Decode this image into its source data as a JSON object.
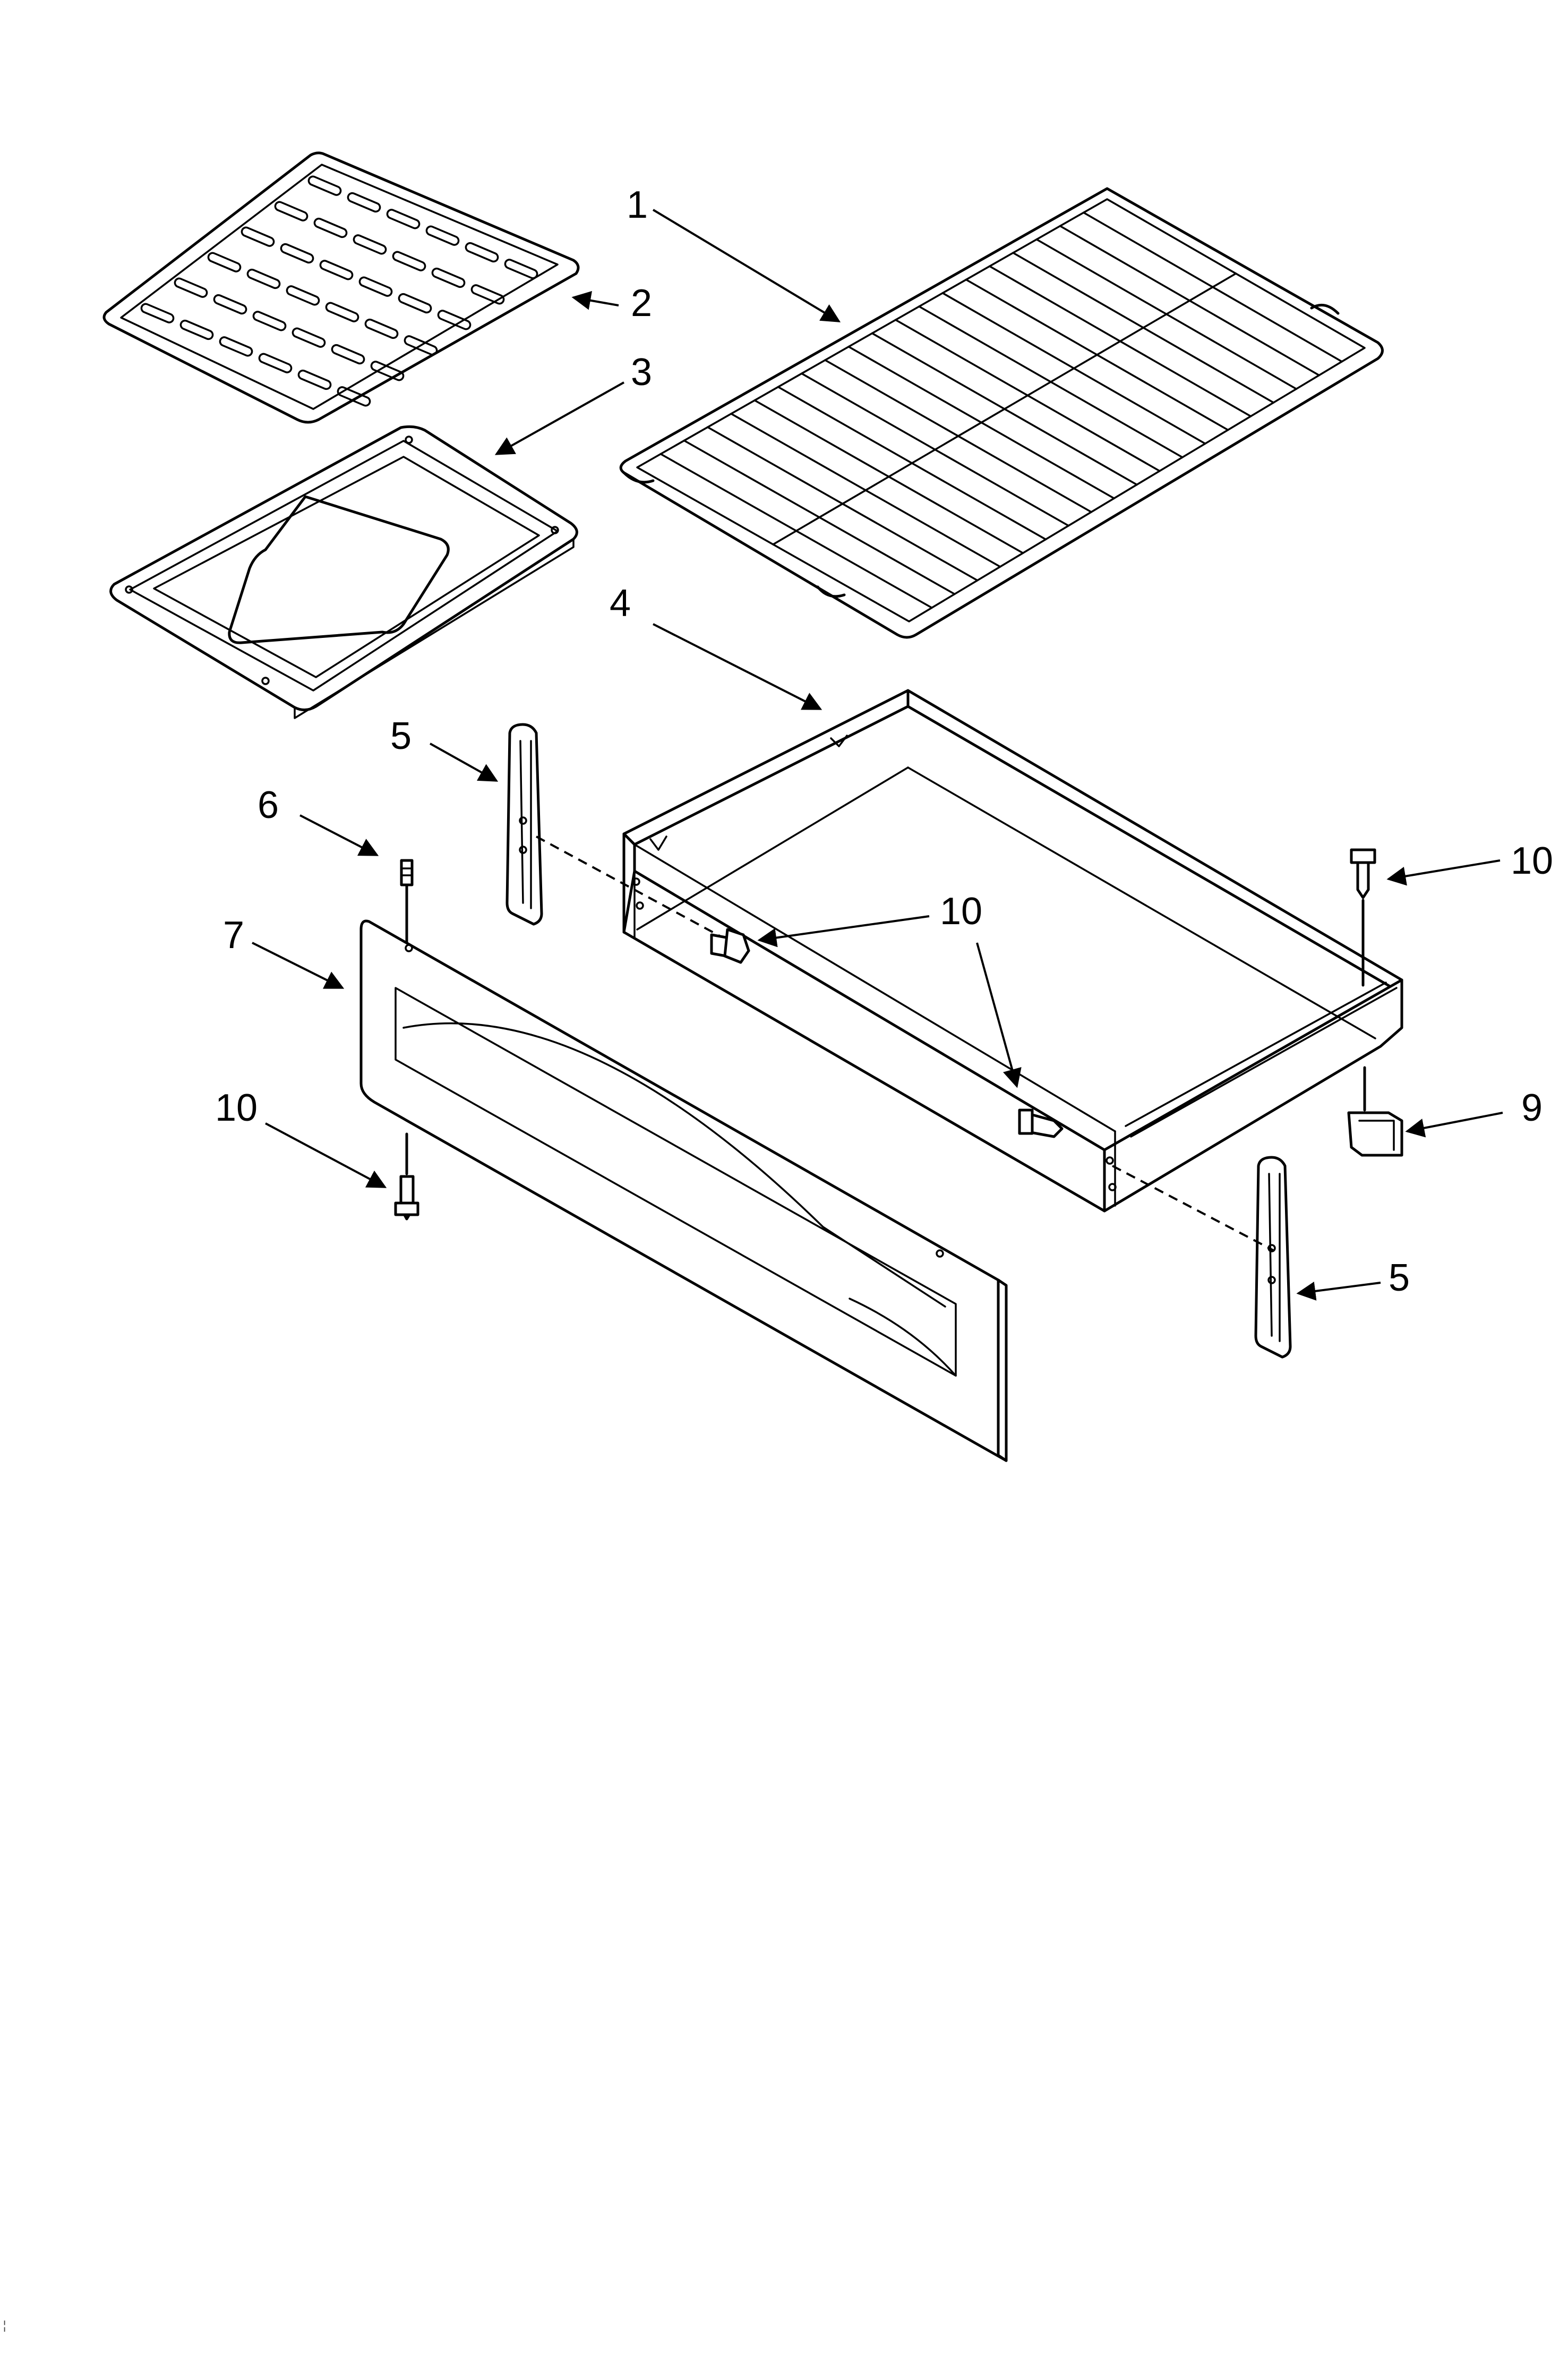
{
  "callouts": {
    "c1": "1",
    "c2": "2",
    "c3": "3",
    "c4": "4",
    "c5a": "5",
    "c5b": "5",
    "c6": "6",
    "c7": "7",
    "c9": "9",
    "c10a": "10",
    "c10b": "10",
    "c10c": "10",
    "c10d": "10"
  },
  "colors": {
    "line": "#000000",
    "background": "#ffffff"
  }
}
